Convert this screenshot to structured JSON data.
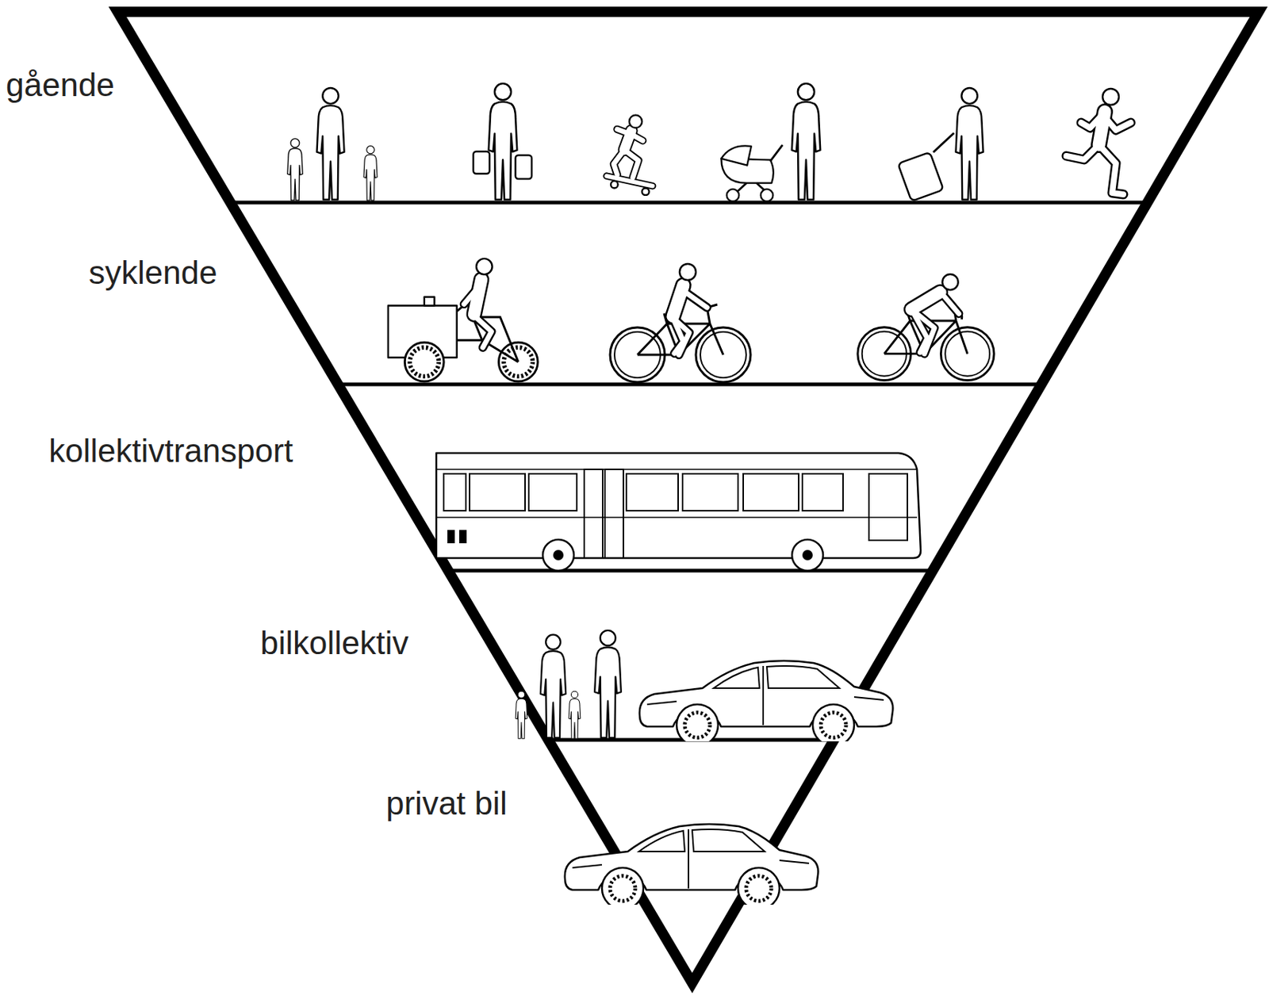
{
  "diagram": {
    "labels": [
      "gående",
      "syklende",
      "kollektivtransport",
      "bilkollektiv",
      "privat bil"
    ]
  }
}
